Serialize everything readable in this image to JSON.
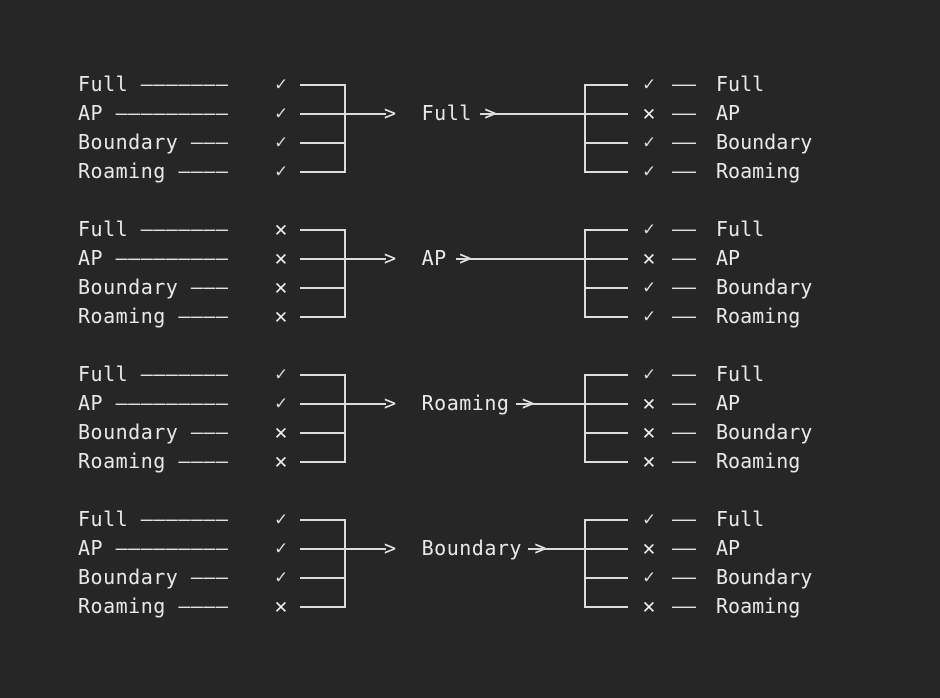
{
  "theme": {
    "background": "#262626",
    "foreground": "#e8e8e8",
    "line": "#dcdcdc"
  },
  "glyphs": {
    "yes": "✓",
    "no": "✕",
    "arrow_head": ">",
    "dash": "—"
  },
  "row_labels": [
    "Full",
    "AP",
    "Boundary",
    "Roaming"
  ],
  "groups": [
    {
      "name": "full-transition",
      "center_label": "Full",
      "left_rows": [
        {
          "label": "Full",
          "fill": "———————",
          "mark": "yes"
        },
        {
          "label": "AP",
          "fill": "—————————",
          "mark": "yes"
        },
        {
          "label": "Boundary",
          "fill": "———",
          "mark": "yes"
        },
        {
          "label": "Roaming",
          "fill": "————",
          "mark": "yes"
        }
      ],
      "right_rows": [
        {
          "mark": "yes",
          "label": "Full"
        },
        {
          "mark": "no",
          "label": "AP"
        },
        {
          "mark": "yes",
          "label": "Boundary"
        },
        {
          "mark": "yes",
          "label": "Roaming"
        }
      ]
    },
    {
      "name": "ap-transition",
      "center_label": "AP",
      "left_rows": [
        {
          "label": "Full",
          "fill": "———————",
          "mark": "no"
        },
        {
          "label": "AP",
          "fill": "—————————",
          "mark": "no"
        },
        {
          "label": "Boundary",
          "fill": "———",
          "mark": "no"
        },
        {
          "label": "Roaming",
          "fill": "————",
          "mark": "no"
        }
      ],
      "right_rows": [
        {
          "mark": "yes",
          "label": "Full"
        },
        {
          "mark": "no",
          "label": "AP"
        },
        {
          "mark": "yes",
          "label": "Boundary"
        },
        {
          "mark": "yes",
          "label": "Roaming"
        }
      ]
    },
    {
      "name": "roaming-transition",
      "center_label": "Roaming",
      "left_rows": [
        {
          "label": "Full",
          "fill": "———————",
          "mark": "yes"
        },
        {
          "label": "AP",
          "fill": "—————————",
          "mark": "yes"
        },
        {
          "label": "Boundary",
          "fill": "———",
          "mark": "no"
        },
        {
          "label": "Roaming",
          "fill": "————",
          "mark": "no"
        }
      ],
      "right_rows": [
        {
          "mark": "yes",
          "label": "Full"
        },
        {
          "mark": "no",
          "label": "AP"
        },
        {
          "mark": "no",
          "label": "Boundary"
        },
        {
          "mark": "no",
          "label": "Roaming"
        }
      ]
    },
    {
      "name": "boundary-transition",
      "center_label": "Boundary",
      "left_rows": [
        {
          "label": "Full",
          "fill": "———————",
          "mark": "yes"
        },
        {
          "label": "AP",
          "fill": "—————————",
          "mark": "yes"
        },
        {
          "label": "Boundary",
          "fill": "———",
          "mark": "yes"
        },
        {
          "label": "Roaming",
          "fill": "————",
          "mark": "no"
        }
      ],
      "right_rows": [
        {
          "mark": "yes",
          "label": "Full"
        },
        {
          "mark": "no",
          "label": "AP"
        },
        {
          "mark": "yes",
          "label": "Boundary"
        },
        {
          "mark": "no",
          "label": "Roaming"
        }
      ]
    }
  ]
}
